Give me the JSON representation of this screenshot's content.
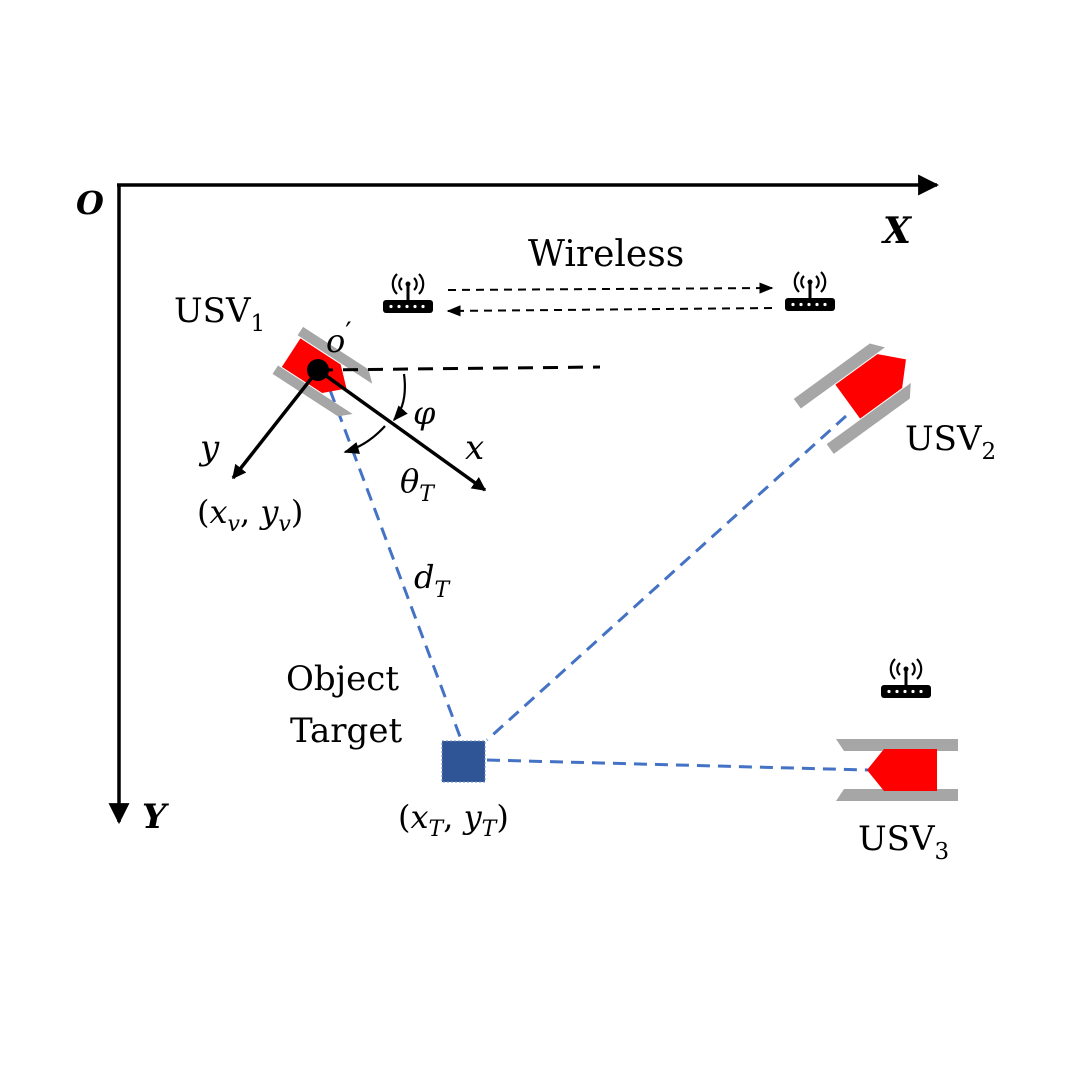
{
  "axes": {
    "origin": "O",
    "x": "X",
    "y": "Y"
  },
  "link": {
    "label": "Wireless"
  },
  "usvs": [
    {
      "base": "USV",
      "sub": "1"
    },
    {
      "base": "USV",
      "sub": "2"
    },
    {
      "base": "USV",
      "sub": "3"
    }
  ],
  "usv1_frame": {
    "origin": "o",
    "prime": "′",
    "x_axis": "x",
    "y_axis": "y",
    "position": {
      "open": "(",
      "x": "x",
      "x_sub": "v",
      "sep": ", ",
      "y": "y",
      "y_sub": "v",
      "close": ")"
    },
    "phi": "φ",
    "theta": {
      "base": "θ",
      "sub": "T"
    },
    "distance": {
      "base": "d",
      "sub": "T"
    }
  },
  "target": {
    "label_line1": "Object",
    "label_line2": "Target",
    "position": {
      "open": "(",
      "x": "x",
      "x_sub": "T",
      "sep": ", ",
      "y": "y",
      "y_sub": "T",
      "close": ")"
    }
  },
  "colors": {
    "usv_body": "#ff0000",
    "usv_rail": "#a6a6a6",
    "sight_line": "#4472c4",
    "target": "#2f5597",
    "ink": "#000000"
  }
}
